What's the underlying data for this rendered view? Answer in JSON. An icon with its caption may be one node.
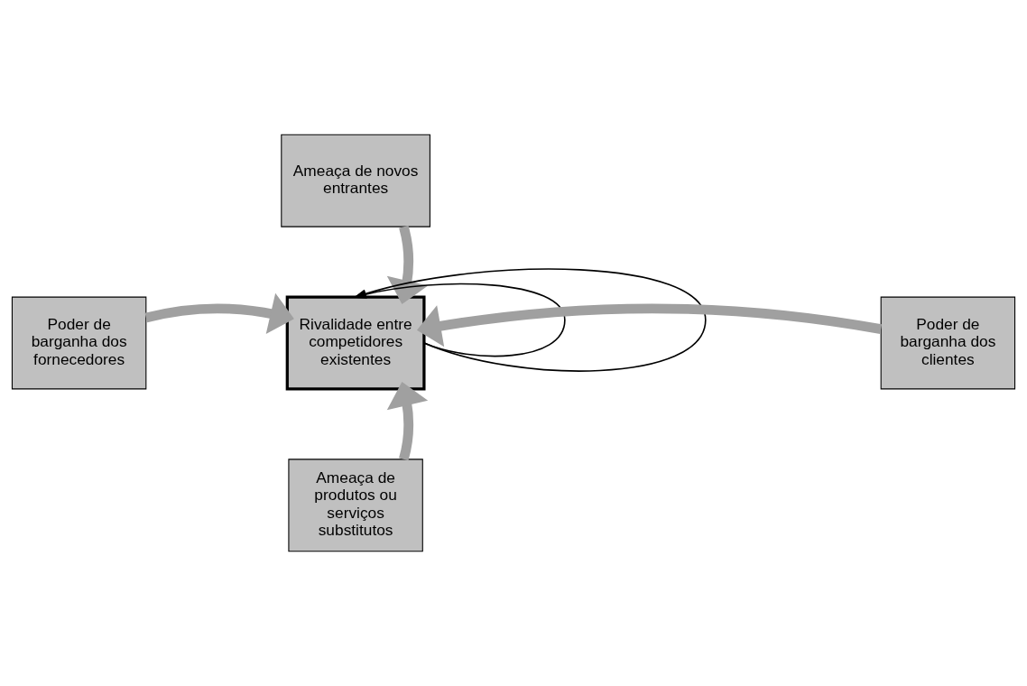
{
  "diagram": {
    "nodes": [
      {
        "text": [
          "Ameaça de novos entrantes"
        ]
      },
      {
        "text": [
          "Poder de barganha dos fornecedores"
        ]
      },
      {
        "text": [
          "Rivalidade entre competidores existentes"
        ]
      },
      {
        "text": [
          "Poder de barganha dos clientes"
        ]
      },
      {
        "text": [
          "Ameaça de produtos ou serviços substitutos"
        ]
      }
    ],
    "edges": [
      {
        "from": 0,
        "to": 2,
        "arrow": "to"
      },
      {
        "from": 1,
        "to": 2,
        "arrow": "to"
      },
      {
        "from": 3,
        "to": 2,
        "arrow": "to"
      },
      {
        "from": 4,
        "to": 2,
        "arrow": "to"
      },
      {
        "from": 2,
        "to": 2,
        "arrow": "to",
        "color": "#000000"
      },
      {
        "from": 2,
        "to": 2,
        "arrow": "to",
        "color": "#000000"
      }
    ]
  }
}
